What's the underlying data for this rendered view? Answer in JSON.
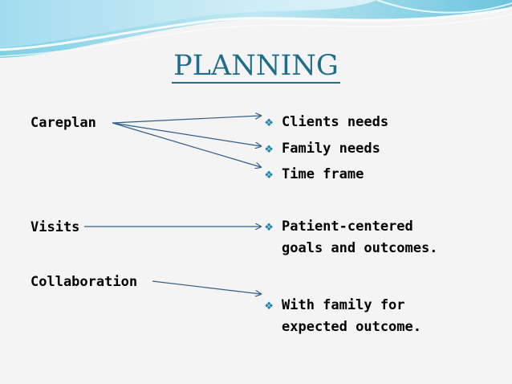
{
  "slide": {
    "title": "PLANNING",
    "bullet_glyph": "❖",
    "terms": {
      "careplan": "Careplan",
      "visits": "Visits",
      "collaboration": "Collaboration"
    },
    "items": {
      "clients_needs": "Clients needs",
      "family_needs": "Family needs",
      "time_frame": "Time frame",
      "patient_centered_line1": "Patient-centered",
      "patient_centered_line2": "goals and outcomes.",
      "with_family_line1": "With family for",
      "with_family_line2": "expected outcome."
    },
    "colors": {
      "title": "#1f6d8b",
      "bullet": "#1a82a8",
      "arrow": "#2f5f8a"
    }
  }
}
